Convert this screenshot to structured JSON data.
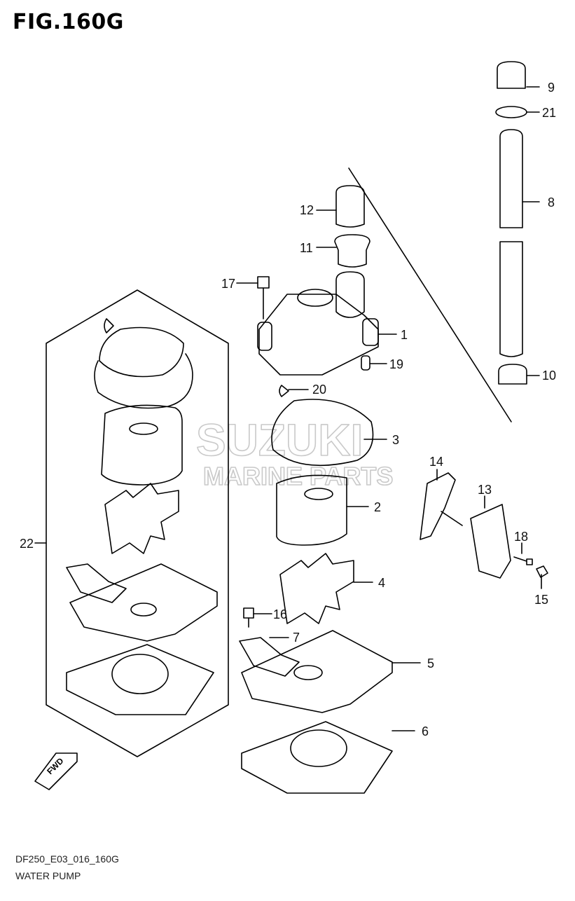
{
  "figure": {
    "title": "FIG.160G",
    "model_code": "DF250_E03_016_160G",
    "section_name": "WATER PUMP"
  },
  "watermark": {
    "brand": "SUZUKI",
    "subtitle": "MARINE PARTS"
  },
  "fwd_arrow": {
    "label": "FWD"
  },
  "callouts": [
    "1",
    "2",
    "3",
    "4",
    "5",
    "6",
    "7",
    "8",
    "9",
    "10",
    "11",
    "12",
    "13",
    "14",
    "15",
    "16",
    "17",
    "18",
    "19",
    "20",
    "21",
    "22"
  ],
  "colors": {
    "ink": "#000000",
    "watermark": "#c9c9c9"
  }
}
